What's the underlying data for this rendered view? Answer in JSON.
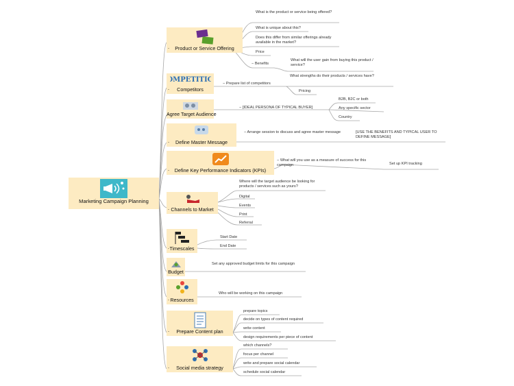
{
  "central": "Marketing Campaign Planning",
  "branches": [
    {
      "label": "Product or Service Offering",
      "icon": "product-boxes-icon",
      "children": [
        "What is the product or service being offered?",
        "What is unique about this?",
        "Does this differ from similar offerings already available in the market?",
        "Price",
        "Benefits"
      ],
      "benefits_child": "What will the user gain from buying this product / service?"
    },
    {
      "label": "Competitors",
      "icon": "competition-word-icon",
      "icon_text": "COMPETITION",
      "children": [
        "Prepare list of competitors"
      ],
      "sub": [
        "What strengths do their products / services have?",
        "Pricing"
      ]
    },
    {
      "label": "Agree Target Audience",
      "icon": "audience-icon",
      "children": [
        "[IDEAL PERSONA OF TYPICAL BUYER]"
      ],
      "sub": [
        "B2B, B2C or both",
        "Any specific sector",
        "Country"
      ]
    },
    {
      "label": "Define Master Message",
      "icon": "message-icon",
      "children": [
        "Arrange session to discuss and agree master message"
      ],
      "sub": [
        "[USE THE BENEFITS AND TYPICAL USER TO DEFINE MESSAGE]"
      ]
    },
    {
      "label": "Define Key Performance Indicators (KPIs)",
      "icon": "kpi-chart-icon",
      "children": [
        "What will you use as a measure of success for this campaign"
      ],
      "sub": [
        "Set up KPI tracking"
      ]
    },
    {
      "label": "Channels to Market",
      "icon": "channels-icon",
      "children": [
        "Where will the target audience be looking for products / services such as yours?",
        "Digital",
        "Events",
        "Print",
        "Referral"
      ]
    },
    {
      "label": "Timescales",
      "icon": "gantt-icon",
      "children": [
        "Start Date",
        "End Date"
      ]
    },
    {
      "label": "Budget",
      "icon": "budget-icon",
      "children": [
        "Set any approved budget limits for this campaign"
      ]
    },
    {
      "label": "Resources",
      "icon": "resources-icon",
      "children": [
        "Who will be working on this campaign"
      ]
    },
    {
      "label": "Prepare Content plan",
      "icon": "document-icon",
      "children": [
        "prepare topics",
        "decide on types of content required",
        "write content",
        "design requirements per piece of content"
      ]
    },
    {
      "label": "Social media strategy",
      "icon": "social-network-icon",
      "children": [
        "which channels?",
        "focus per channel",
        "write and prepare social calendar",
        "schedule social calendar"
      ]
    }
  ],
  "colors": {
    "node_fill": "#fdebc2",
    "line": "#a6a6a6",
    "root_icon": "#3fb8c9",
    "kpi": "#f08a1c"
  }
}
